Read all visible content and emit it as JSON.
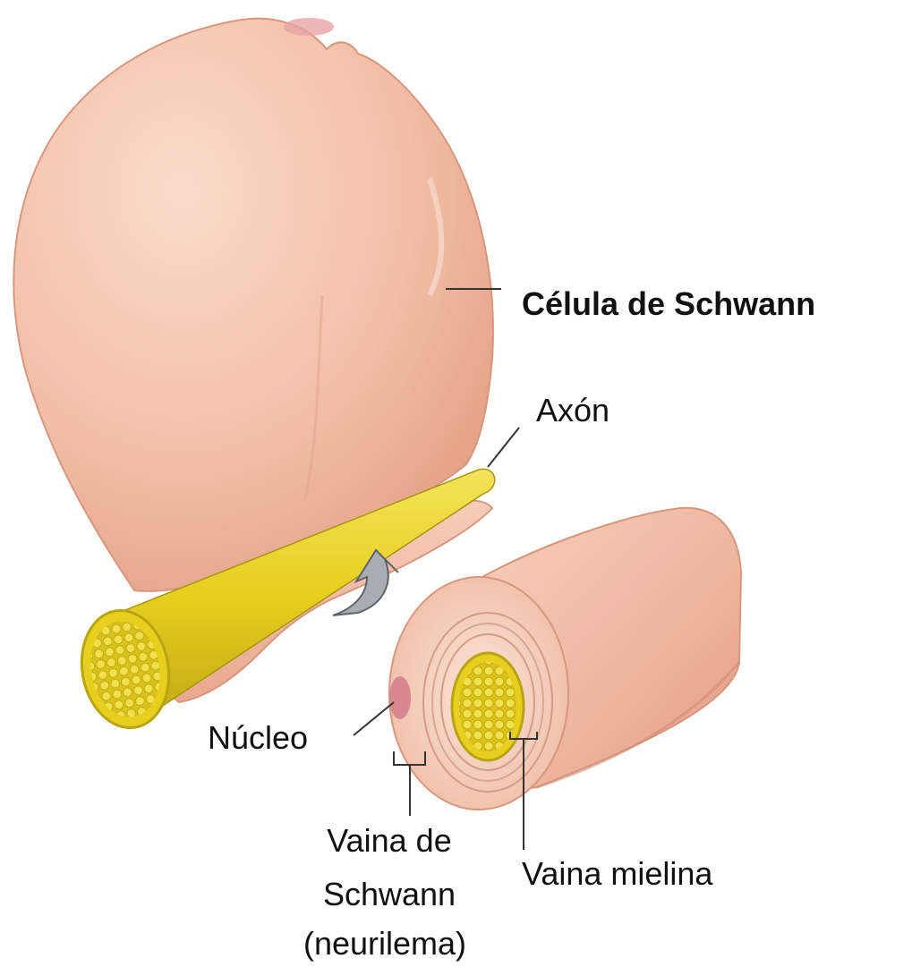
{
  "labels": {
    "schwann_cell": "Célula de Schwann",
    "axon": "Axón",
    "nucleus": "Núcleo",
    "schwann_sheath_line1": "Vaina de",
    "schwann_sheath_line2": "Schwann",
    "schwann_sheath_line3": "(neurilema)",
    "myelin_sheath": "Vaina mielina"
  },
  "colors": {
    "cell_fill": "#f3c1a8",
    "cell_shadow": "#dd9c82",
    "cell_highlight": "#f9dccd",
    "axon_yellow": "#e8d21c",
    "axon_dark": "#b9a414",
    "nucleus": "#d9878f",
    "arrow": "#9aa0a6",
    "leader_line": "#333333"
  },
  "icons": {
    "rotation_arrow": "curved-arrow-icon"
  }
}
